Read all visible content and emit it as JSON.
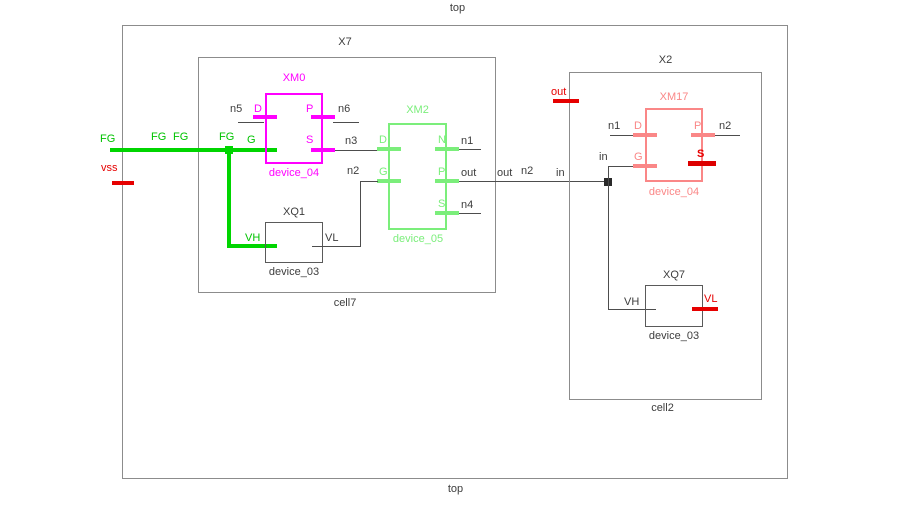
{
  "top": {
    "label_top": "top",
    "label_bottom": "top"
  },
  "colors": {
    "magenta": "#ff00ff",
    "highlight_green": "#00d500",
    "light_green": "#7bee7b",
    "salmon": "#fa8787",
    "red": "#e60000",
    "box_gray": "#8c8c8c",
    "wire_gray": "#4d4d4d",
    "text_dark": "#3d3d3d"
  },
  "x7": {
    "name": "X7",
    "cell": "cell7",
    "xm0": {
      "name": "XM0",
      "device": "device_04",
      "pin_d": "D",
      "pin_g": "G",
      "pin_p": "P",
      "pin_s": "S",
      "net_d": "n5",
      "net_p": "n6"
    },
    "xm2": {
      "name": "XM2",
      "device": "device_05",
      "pin_d": "D",
      "pin_g": "G",
      "pin_n": "N",
      "pin_p": "P",
      "pin_s": "S",
      "net_d": "n3",
      "net_g": "n2",
      "net_n": "n1",
      "net_p": "out",
      "net_s": "n4"
    },
    "xq1": {
      "name": "XQ1",
      "device": "device_03",
      "pin_vh": "VH",
      "pin_vl": "VL"
    }
  },
  "x2": {
    "name": "X2",
    "cell": "cell2",
    "port_out": "out",
    "xm17": {
      "name": "XM17",
      "device": "device_04",
      "pin_d": "D",
      "pin_g": "G",
      "pin_p": "P",
      "pin_s": "S",
      "net_d": "n1",
      "net_p": "n2",
      "net_g": "in"
    },
    "xq7": {
      "name": "XQ7",
      "device": "device_03",
      "pin_vh": "VH",
      "pin_vl": "VL"
    }
  },
  "nets": {
    "fg": [
      "FG",
      "FG",
      "FG",
      "FG"
    ],
    "vss": "vss",
    "wire_out": "out",
    "wire_n2": "n2",
    "wire_in": "in"
  }
}
